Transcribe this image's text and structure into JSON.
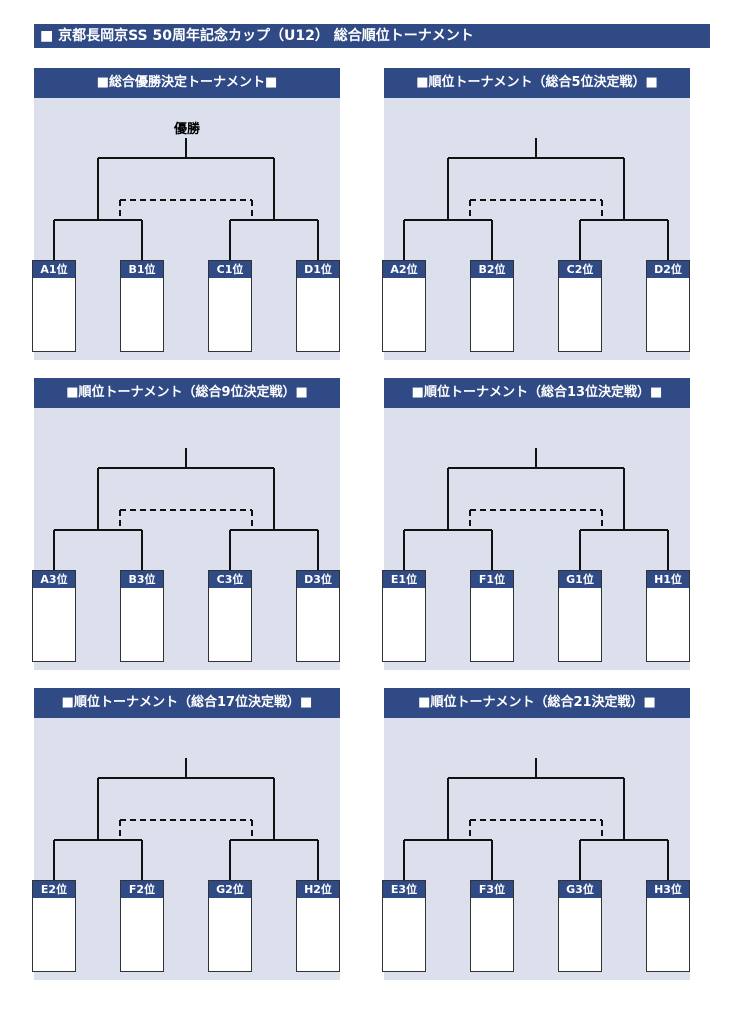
{
  "title": "■ 京都長岡京SS 50周年記念カップ（U12） 総合順位トーナメント",
  "panels": [
    {
      "heading": "■総合優勝決定トーナメント■",
      "winner_label": "優勝",
      "slots": [
        "A1位",
        "B1位",
        "C1位",
        "D1位"
      ]
    },
    {
      "heading": "■順位トーナメント（総合5位決定戦）■",
      "winner_label": "",
      "slots": [
        "A2位",
        "B2位",
        "C2位",
        "D2位"
      ]
    },
    {
      "heading": "■順位トーナメント（総合9位決定戦）■",
      "winner_label": "",
      "slots": [
        "A3位",
        "B3位",
        "C3位",
        "D3位"
      ]
    },
    {
      "heading": "■順位トーナメント（総合13位決定戦）■",
      "winner_label": "",
      "slots": [
        "E1位",
        "F1位",
        "G1位",
        "H1位"
      ]
    },
    {
      "heading": "■順位トーナメント（総合17位決定戦）■",
      "winner_label": "",
      "slots": [
        "E2位",
        "F2位",
        "G2位",
        "H2位"
      ]
    },
    {
      "heading": "■順位トーナメント（総合21決定戦）■",
      "winner_label": "",
      "slots": [
        "E3位",
        "F3位",
        "G3位",
        "H3位"
      ]
    }
  ]
}
